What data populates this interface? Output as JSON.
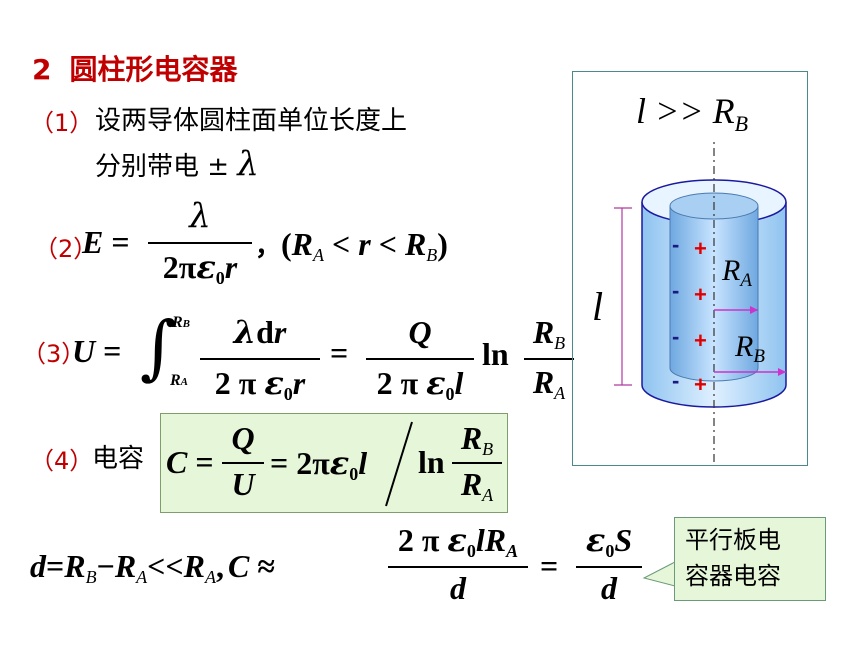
{
  "slide": {
    "title_num": "2",
    "title_text": "圆柱形电容器",
    "item1": {
      "num": "（1）",
      "line1": "设两导体圆柱面单位长度上",
      "line2": "分别带电",
      "pm": "±",
      "lambda": "λ"
    },
    "item2": {
      "num": "（2）",
      "lhs": "E =",
      "numer": "λ",
      "denom": "2πε₀r",
      "cond": "，（R_A < r < R_B）"
    },
    "item3": {
      "num": "（3）",
      "lhs": "U =",
      "integrand_num": "λdr",
      "integrand_den": "2πε₀r",
      "eq": "=",
      "q_num": "Q",
      "q_den": "2πε₀l",
      "ln": "ln",
      "ratio_num": "R_B",
      "ratio_den": "R_A"
    },
    "item4": {
      "num": "（4）",
      "label": "电容",
      "formula": "C = Q/U = 2πε₀l / ln(R_B/R_A)"
    },
    "bottom": {
      "formula": "d = R_B − R_A << R_A, C ≈ 2πε₀lR_A/d = ε₀S/d"
    },
    "callout": {
      "line1": "平行板电",
      "line2": "容器电容"
    },
    "diagram": {
      "condition": "l >> R_B",
      "length_label": "l",
      "ra_label": "R_A",
      "rb_label": "R_B",
      "charges": [
        "- +",
        "- +",
        "- +",
        "- +"
      ]
    }
  },
  "colors": {
    "title_red": "#c00000",
    "box_green": "#e6f6d8",
    "cylinder_blue": "#7fb3e6",
    "arrow_magenta": "#cc33cc"
  }
}
